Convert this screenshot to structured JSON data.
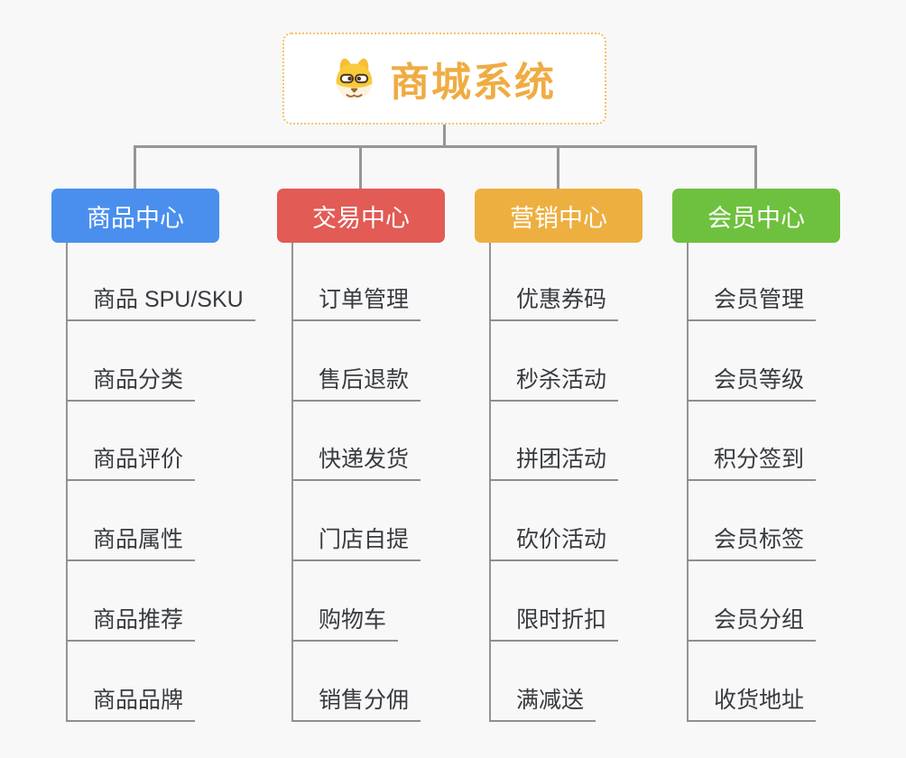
{
  "page": {
    "background": "#f8f8f8",
    "connector_color": "#969696",
    "underline_color": "#8e8e8e"
  },
  "root": {
    "title": "商城系统",
    "icon": "shiba-dog-icon",
    "title_color": "#efac43",
    "border_color": "#f5c26a"
  },
  "branches": [
    {
      "label": "商品中心",
      "color": "#4a8fee",
      "children": [
        "商品 SPU/SKU",
        "商品分类",
        "商品评价",
        "商品属性",
        "商品推荐",
        "商品品牌"
      ]
    },
    {
      "label": "交易中心",
      "color": "#e25b55",
      "children": [
        "订单管理",
        "售后退款",
        "快递发货",
        "门店自提",
        "购物车",
        "销售分佣"
      ]
    },
    {
      "label": "营销中心",
      "color": "#edaf40",
      "children": [
        "优惠券码",
        "秒杀活动",
        "拼团活动",
        "砍价活动",
        "限时折扣",
        "满减送"
      ]
    },
    {
      "label": "会员中心",
      "color": "#6ec13e",
      "children": [
        "会员管理",
        "会员等级",
        "积分签到",
        "会员标签",
        "会员分组",
        "收货地址"
      ]
    }
  ]
}
